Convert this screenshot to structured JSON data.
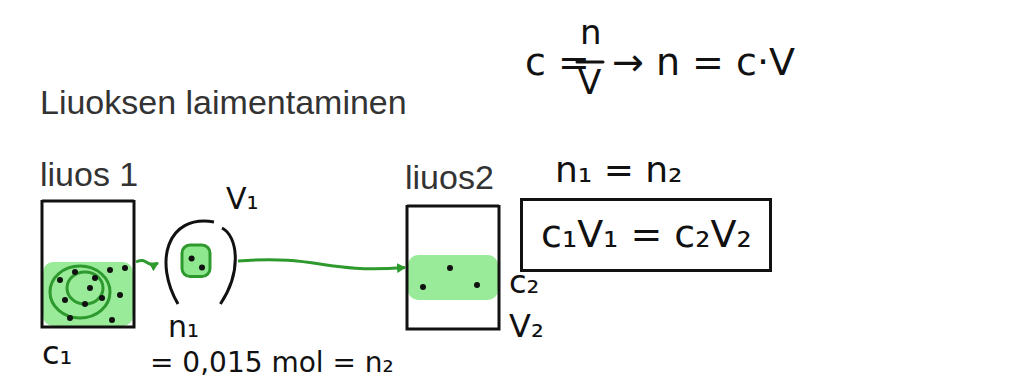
{
  "diagram": {
    "title": "Liuoksen laimentaminen",
    "nodes": [
      {
        "text": [
          "liuos 1",
          "c₁"
        ]
      },
      {
        "text": [
          "V₁",
          "n₁"
        ]
      },
      {
        "text": [
          "liuos2",
          "c₂",
          "V₂"
        ]
      },
      {
        "text": [
          "c₁V₁ = c₂V₂"
        ]
      }
    ],
    "edges": [
      {
        "from": 0,
        "to": 1,
        "arrow": "to"
      },
      {
        "from": 1,
        "to": 2,
        "arrow": "to"
      }
    ],
    "labels": [
      "c =",
      "n",
      "V",
      "→ n = c·V",
      "= 0,015 mol = n₂",
      "n₁ = n₂"
    ]
  }
}
